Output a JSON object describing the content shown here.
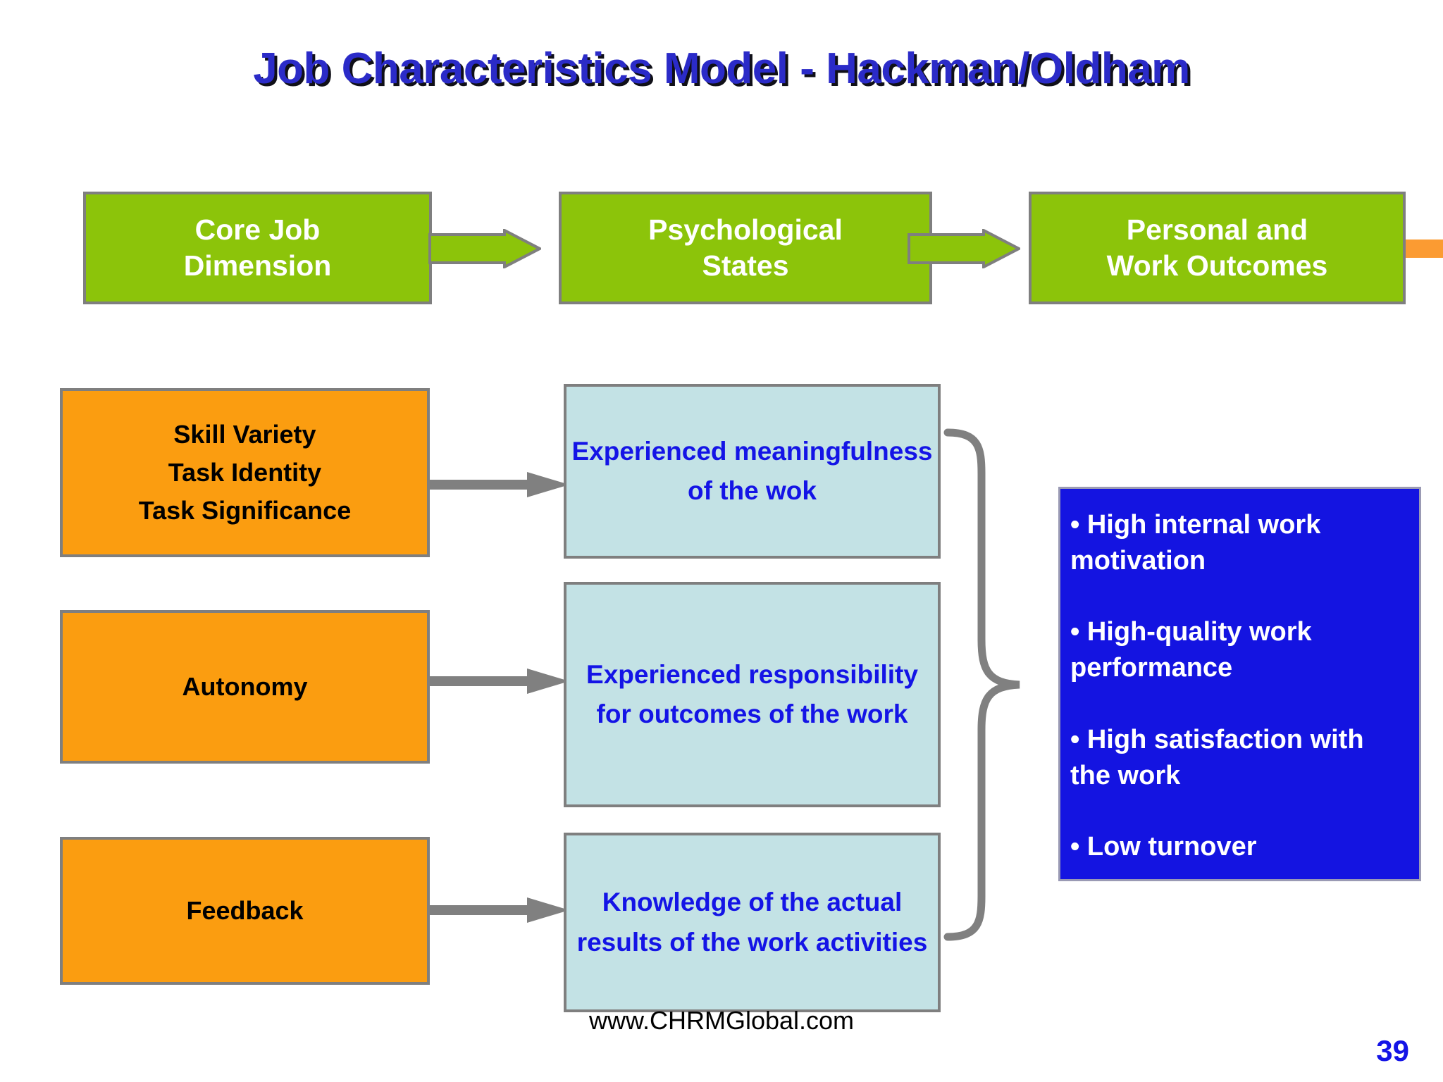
{
  "title": "Job Characteristics Model - Hackman/Oldham",
  "colors": {
    "title_text": "#2B2BC8",
    "title_shadow": "#101018",
    "green": "#8CC40A",
    "orange": "#FB9D10",
    "orange_tail": "#FB9B32",
    "light_blue": "#C3E2E5",
    "deep_blue": "#1414E1",
    "box_border_gray": "#7F7F7F",
    "arrow_gray": "#808080",
    "blue_text": "#1414E6",
    "white_text": "#FFFFFF",
    "black_text": "#000000"
  },
  "header_boxes": [
    {
      "line1": "Core Job",
      "line2": "Dimension"
    },
    {
      "line1": "Psychological",
      "line2": "States"
    },
    {
      "line1": "Personal and",
      "line2": "Work Outcomes"
    }
  ],
  "core_dimensions": [
    {
      "lines": [
        "Skill Variety",
        "Task Identity",
        "Task Significance"
      ]
    },
    {
      "lines": [
        "Autonomy"
      ]
    },
    {
      "lines": [
        "Feedback"
      ]
    }
  ],
  "psychological_states": [
    {
      "text": "Experienced meaningfulness of the wok"
    },
    {
      "text": "Experienced responsibility for outcomes of the work"
    },
    {
      "text": "Knowledge of the actual results of the work activities"
    }
  ],
  "outcomes": {
    "bullets": [
      "• High internal work motivation",
      "• High-quality work performance",
      "• High satisfaction with the work",
      "• Low turnover"
    ]
  },
  "footer": {
    "url": "www.CHRMGlobal.com",
    "page_number": "39"
  }
}
